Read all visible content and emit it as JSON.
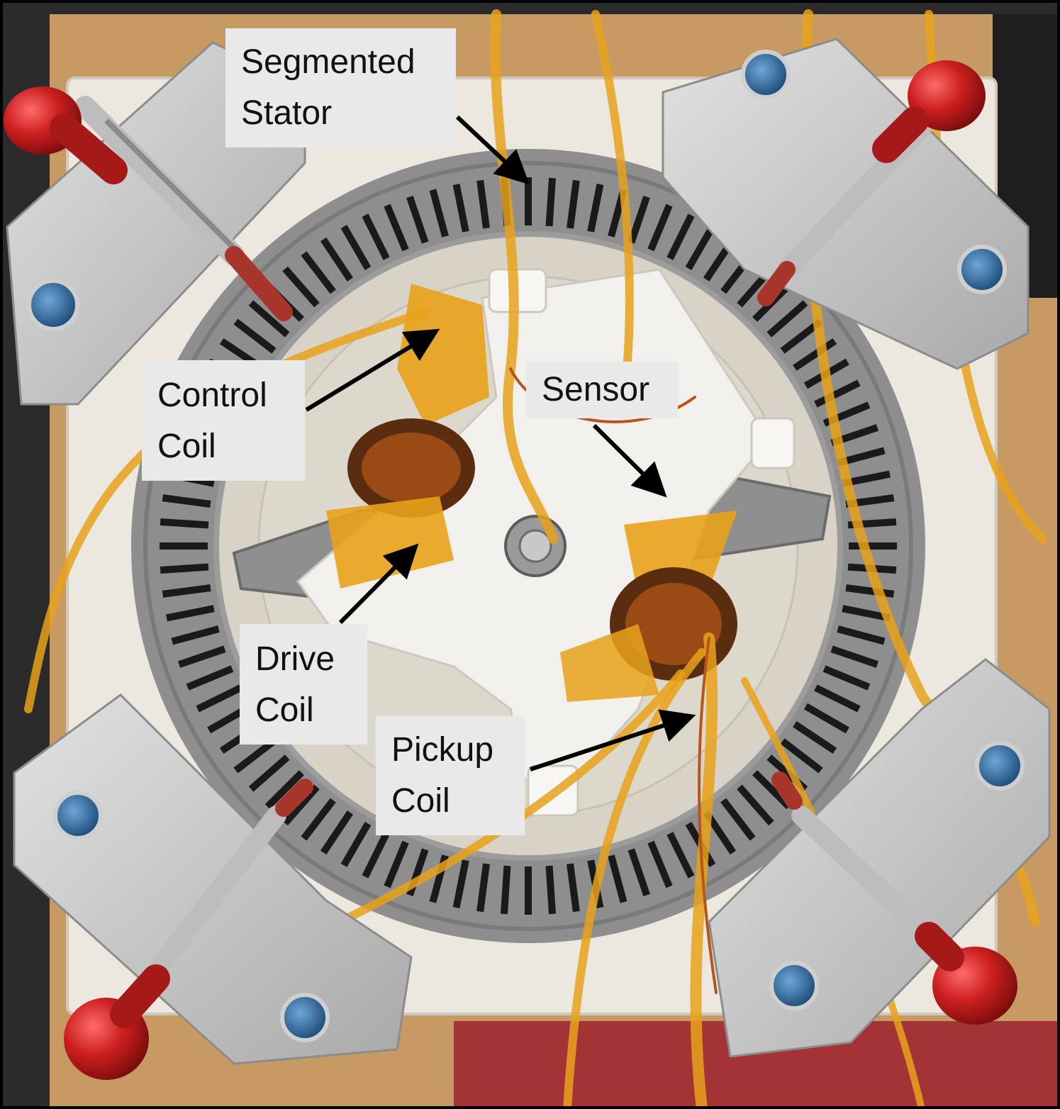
{
  "labels": {
    "segmented_stator": [
      "Segmented",
      "Stator"
    ],
    "sensor": [
      "Sensor"
    ],
    "control_coil": [
      "Control",
      "Coil"
    ],
    "drive_coil": [
      "Drive",
      "Coil"
    ],
    "pickup_coil": [
      "Pickup",
      "Coil"
    ]
  },
  "colors": {
    "label_background": "#e9e9e9",
    "label_text": "#111111",
    "arrow": "#000000",
    "stator_metal": "#8e8e8e",
    "aluminum_block": "#c9c9c9",
    "base_plate": "#ece8e0",
    "clamp_handle": "#cc1f1f",
    "kapton_tape": "#e8a21a",
    "copper_wire": "#9a4a14",
    "wood": "#c79a63",
    "red_mat": "#a43336"
  }
}
